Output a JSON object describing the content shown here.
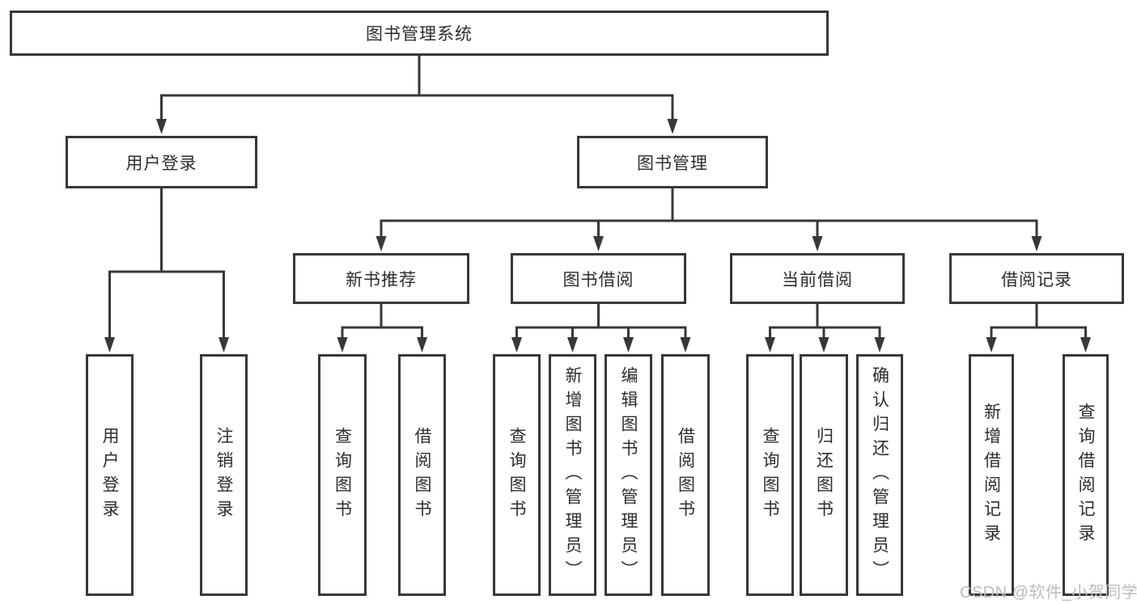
{
  "diagram_title": "图书管理系统",
  "tree": {
    "label": "图书管理系统",
    "children": [
      {
        "label": "用户登录",
        "children": [
          {
            "label": "用户登录"
          },
          {
            "label": "注销登录"
          }
        ]
      },
      {
        "label": "图书管理",
        "children": [
          {
            "label": "新书推荐",
            "children": [
              {
                "label": "查询图书"
              },
              {
                "label": "借阅图书"
              }
            ]
          },
          {
            "label": "图书借阅",
            "children": [
              {
                "label": "查询图书"
              },
              {
                "label": "新增图书（管理员）"
              },
              {
                "label": "编辑图书（管理员）"
              },
              {
                "label": "借阅图书"
              }
            ]
          },
          {
            "label": "当前借阅",
            "children": [
              {
                "label": "查询图书"
              },
              {
                "label": "归还图书"
              },
              {
                "label": "确认归还（管理员）"
              }
            ]
          },
          {
            "label": "借阅记录",
            "children": [
              {
                "label": "新增借阅记录"
              },
              {
                "label": "查询借阅记录"
              }
            ]
          }
        ]
      }
    ]
  },
  "watermark": {
    "text": "CSDN @软件_小贺同学"
  },
  "colors": {
    "line": "#383838",
    "text": "#2d2d2d",
    "watermark": "#bdbdbd",
    "background": "#ffffff"
  }
}
